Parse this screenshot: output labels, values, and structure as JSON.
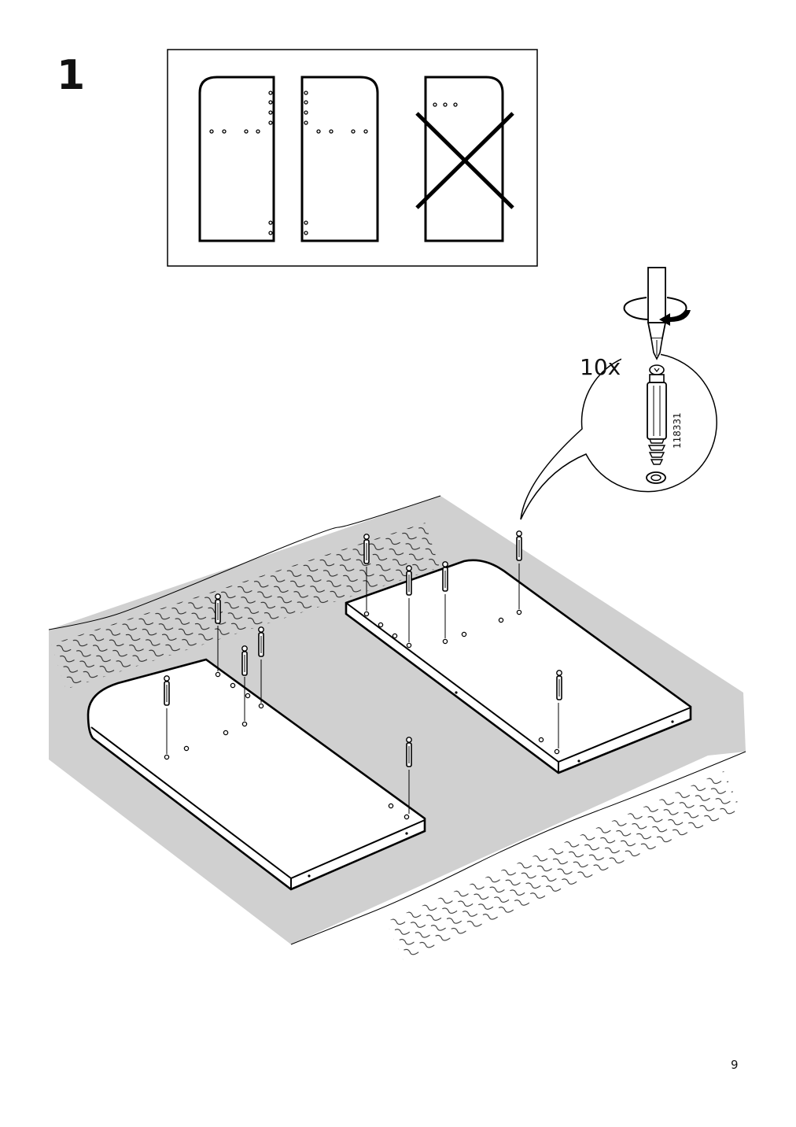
{
  "step": {
    "number": "1"
  },
  "callout": {
    "quantity": "10x",
    "part_number": "118331"
  },
  "page": {
    "number": "9"
  },
  "icons": {
    "orientation_panels": [
      "panel-correct-left-icon",
      "panel-correct-right-icon",
      "panel-incorrect-icon"
    ],
    "tools": [
      "screwdriver-icon",
      "rotate-clockwise-icon",
      "cam-bolt-icon",
      "hole-icon"
    ]
  }
}
